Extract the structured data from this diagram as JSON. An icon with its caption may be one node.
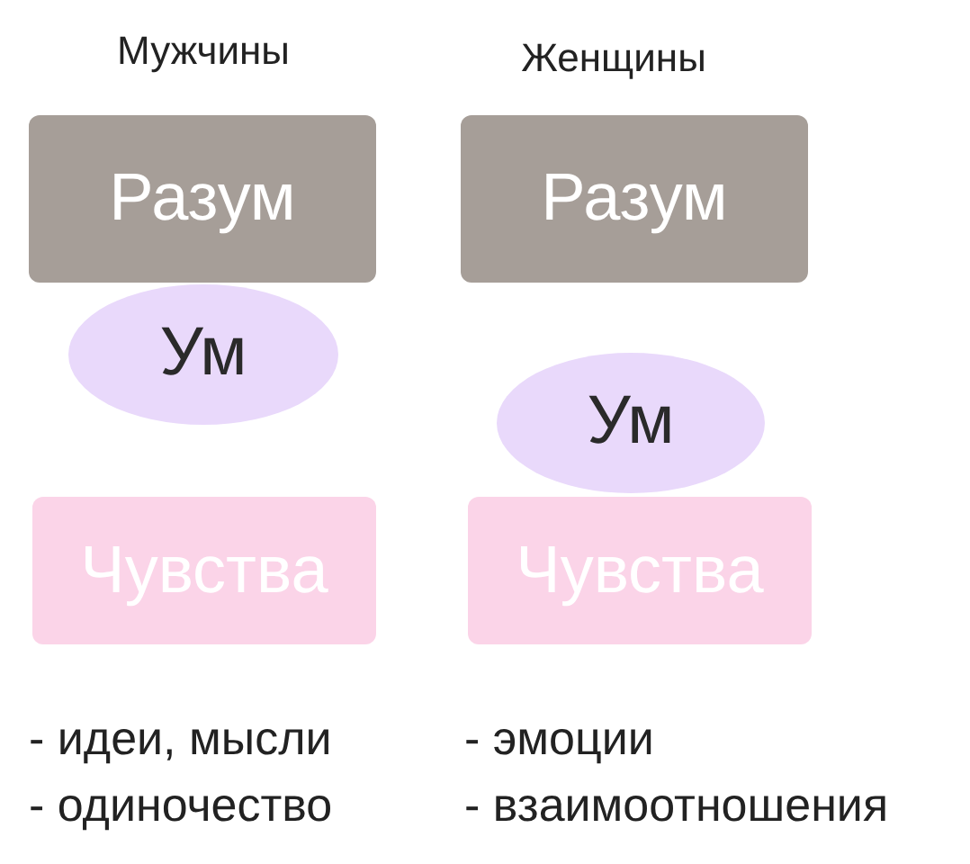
{
  "diagram": {
    "nodes": [
      {
        "text": [
          "Разум"
        ]
      },
      {
        "text": [
          "Разум"
        ]
      },
      {
        "text": [
          "Ум"
        ]
      },
      {
        "text": [
          "Ум"
        ]
      },
      {
        "text": [
          "Чувства"
        ]
      },
      {
        "text": [
          "Чувства"
        ]
      }
    ],
    "labels": [
      "Мужчины",
      "Женщины",
      "- идеи, мысли",
      "- эмоции",
      "- одиночество",
      "- взаимоотношения"
    ]
  }
}
